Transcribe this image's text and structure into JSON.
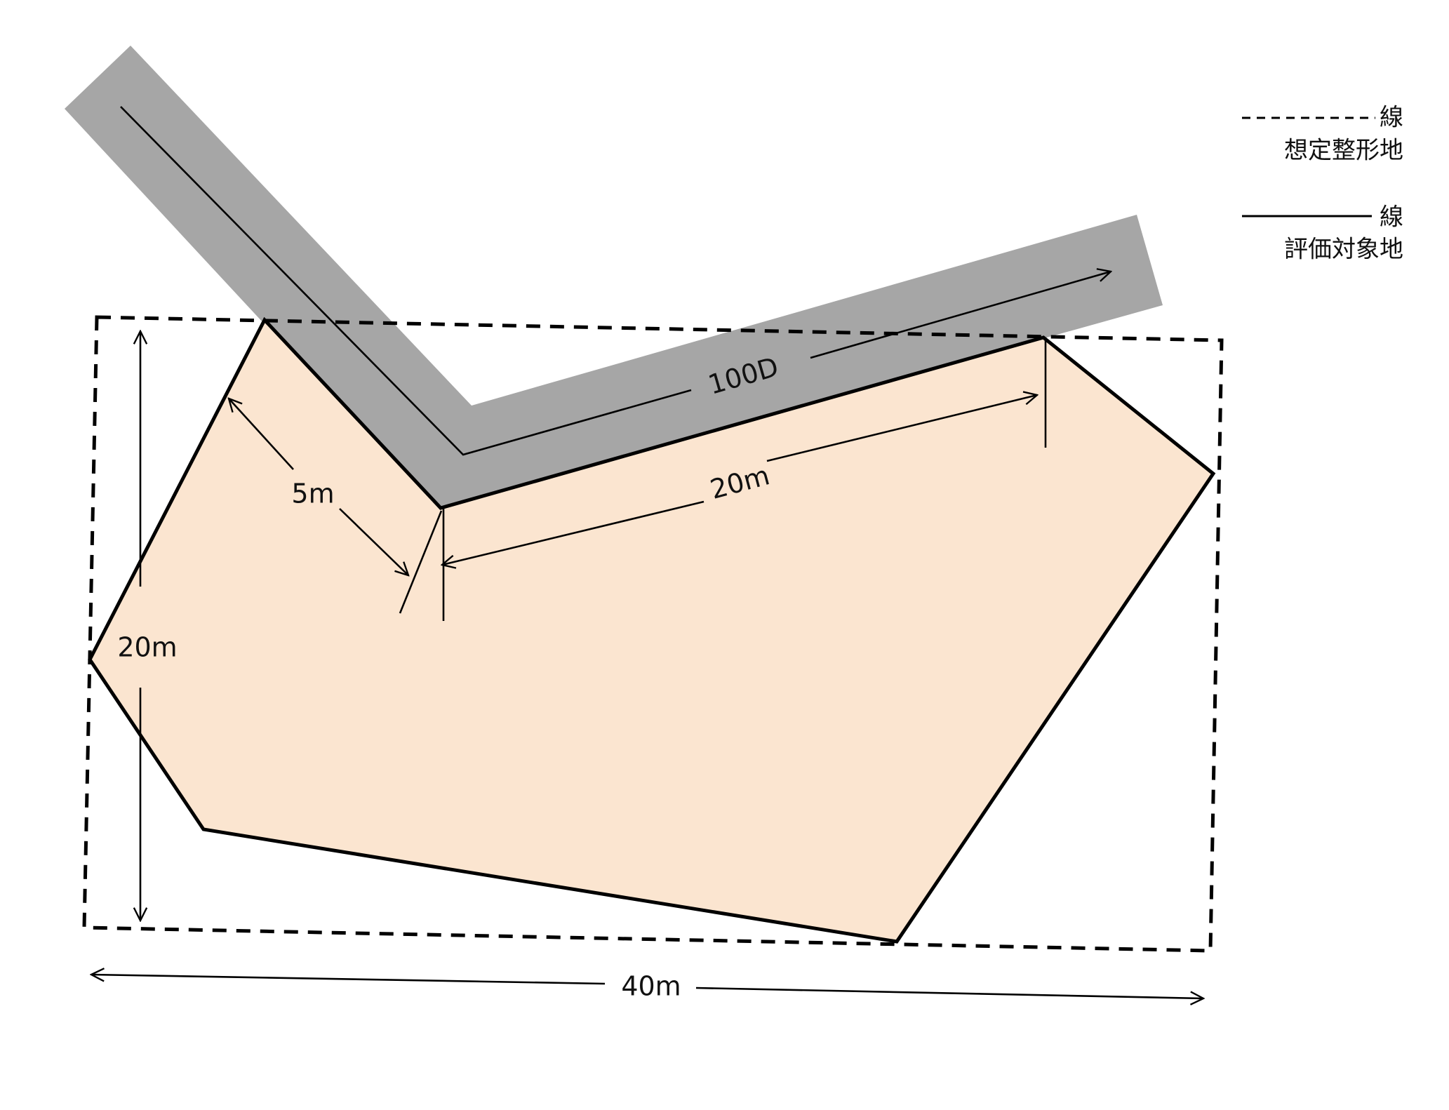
{
  "colors": {
    "road": "#a6a6a6",
    "parcel_fill": "#fbe5d0",
    "stroke": "#000000",
    "text": "#111111",
    "background": "#ffffff"
  },
  "labels": {
    "road_frontage": "100D",
    "depth_5m": "5m",
    "frontage_20m": "20m",
    "height_20m": "20m",
    "width_40m": "40m"
  },
  "legend": [
    {
      "line_style": "dashed",
      "line_word": "線",
      "meaning": "想定整形地"
    },
    {
      "line_style": "solid",
      "line_word": "線",
      "meaning": "評価対象地"
    }
  ]
}
